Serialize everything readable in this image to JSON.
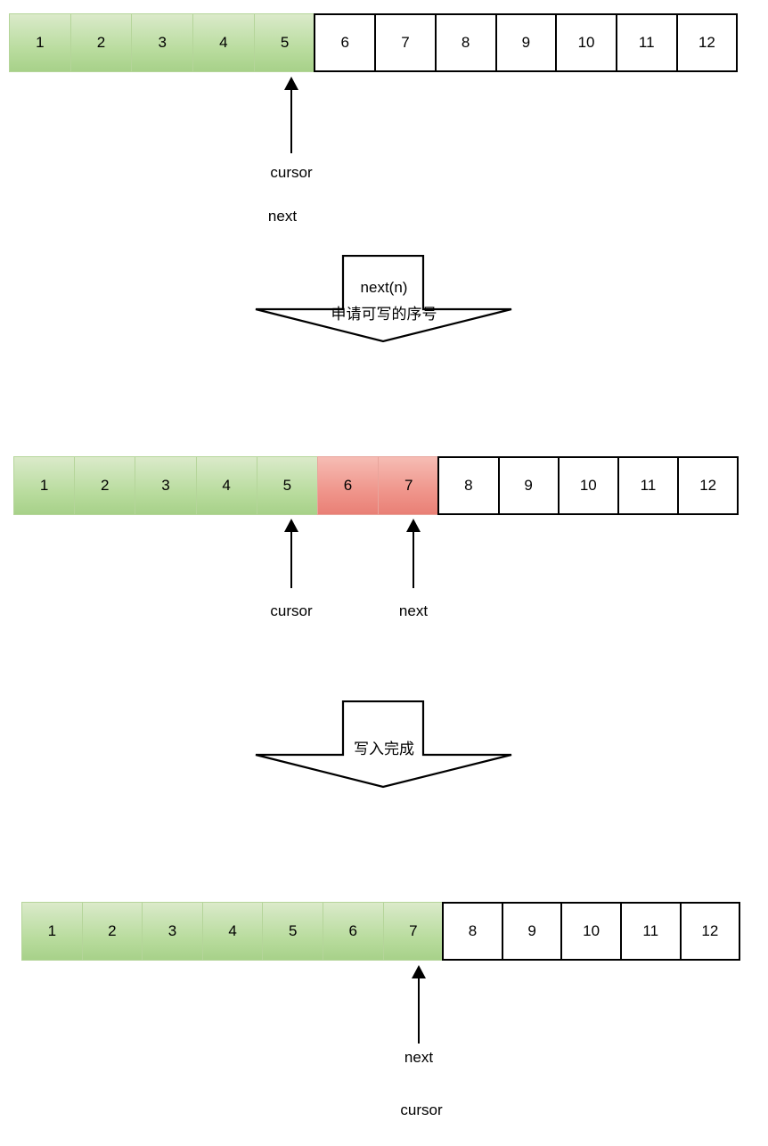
{
  "diagram": {
    "title": "Disruptor ring buffer sequence claim and publish",
    "colors": {
      "used_fill_top": "#dceaca",
      "used_fill_bottom": "#a7d189",
      "writing_fill_top": "#f6bdb5",
      "writing_fill_bottom": "#e98076",
      "free_fill": "#ffffff",
      "stroke": "#000000"
    },
    "stages": [
      {
        "id": "stage-before",
        "cells": [
          {
            "label": "1",
            "state": "used"
          },
          {
            "label": "2",
            "state": "used"
          },
          {
            "label": "3",
            "state": "used"
          },
          {
            "label": "4",
            "state": "used"
          },
          {
            "label": "5",
            "state": "used"
          },
          {
            "label": "6",
            "state": "free"
          },
          {
            "label": "7",
            "state": "free"
          },
          {
            "label": "8",
            "state": "free"
          },
          {
            "label": "9",
            "state": "free"
          },
          {
            "label": "10",
            "state": "free"
          },
          {
            "label": "11",
            "state": "free"
          },
          {
            "label": "12",
            "state": "free"
          }
        ],
        "pointers": [
          {
            "name": "cursor",
            "label": "cursor",
            "at_cell": "5"
          },
          {
            "name": "next",
            "label": "next",
            "at_cell": "5"
          }
        ]
      },
      {
        "id": "stage-claimed",
        "cells": [
          {
            "label": "1",
            "state": "used"
          },
          {
            "label": "2",
            "state": "used"
          },
          {
            "label": "3",
            "state": "used"
          },
          {
            "label": "4",
            "state": "used"
          },
          {
            "label": "5",
            "state": "used"
          },
          {
            "label": "6",
            "state": "writing"
          },
          {
            "label": "7",
            "state": "writing"
          },
          {
            "label": "8",
            "state": "free"
          },
          {
            "label": "9",
            "state": "free"
          },
          {
            "label": "10",
            "state": "free"
          },
          {
            "label": "11",
            "state": "free"
          },
          {
            "label": "12",
            "state": "free"
          }
        ],
        "pointers": [
          {
            "name": "cursor",
            "label": "cursor",
            "at_cell": "5"
          },
          {
            "name": "next",
            "label": "next",
            "at_cell": "7"
          }
        ]
      },
      {
        "id": "stage-published",
        "cells": [
          {
            "label": "1",
            "state": "used"
          },
          {
            "label": "2",
            "state": "used"
          },
          {
            "label": "3",
            "state": "used"
          },
          {
            "label": "4",
            "state": "used"
          },
          {
            "label": "5",
            "state": "used"
          },
          {
            "label": "6",
            "state": "used"
          },
          {
            "label": "7",
            "state": "used"
          },
          {
            "label": "8",
            "state": "free"
          },
          {
            "label": "9",
            "state": "free"
          },
          {
            "label": "10",
            "state": "free"
          },
          {
            "label": "11",
            "state": "free"
          },
          {
            "label": "12",
            "state": "free"
          }
        ],
        "pointers": [
          {
            "name": "next",
            "label": "next",
            "at_cell": "7"
          },
          {
            "name": "cursor",
            "label": "cursor",
            "at_cell": "7"
          }
        ]
      }
    ],
    "transitions": [
      {
        "id": "transition-claim",
        "line1": "next(n)",
        "line2": "申请可写的序号"
      },
      {
        "id": "transition-publish",
        "line1": "写入完成",
        "line2": ""
      }
    ]
  }
}
